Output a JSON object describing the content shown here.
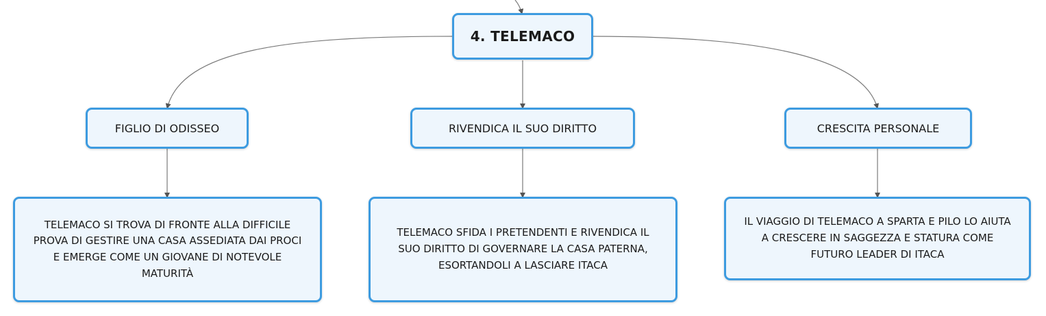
{
  "root": {
    "label": "4. TELEMACO"
  },
  "branches": [
    {
      "label": "FIGLIO DI ODISSEO",
      "detail": [
        "TELEMACO SI TROVA DI FRONTE ALLA DIFFICILE",
        "PROVA DI GESTIRE UNA CASA ASSEDIATA DAI PROCI",
        "E EMERGE COME UN GIOVANE DI NOTEVOLE",
        "MATURITÀ"
      ]
    },
    {
      "label": "RIVENDICA IL SUO DIRITTO",
      "detail": [
        "TELEMACO SFIDA I PRETENDENTI E RIVENDICA IL",
        "SUO DIRITTO DI GOVERNARE LA CASA PATERNA,",
        "ESORTANDOLI A LASCIARE ITACA"
      ]
    },
    {
      "label": "CRESCITA PERSONALE",
      "detail": [
        "IL VIAGGIO DI TELEMACO A SPARTA E PILO LO AIUTA",
        "A CRESCERE IN SAGGEZZA E STATURA COME",
        "FUTURO LEADER DI ITACA"
      ]
    }
  ],
  "colors": {
    "node_border": "#3d9be0",
    "node_fill": "#eef6fd",
    "connector": "#7a7a7a"
  }
}
